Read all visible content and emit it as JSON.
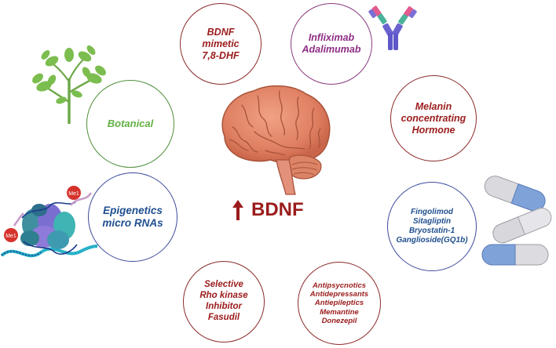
{
  "center": {
    "label": "BDNF"
  },
  "circles": {
    "bdnf_mimetic": [
      "BDNF",
      "mimetic",
      "7,8-DHF"
    ],
    "antibodies": [
      "Infliximab",
      "Adalimumab"
    ],
    "melanin": [
      "Melanin",
      "concentrating",
      "Hormone"
    ],
    "drugs": [
      "Fingolimod",
      "Sitagliptin",
      "Bryostatin-1",
      "Ganglioside(GQ1b)"
    ],
    "antipsychotics": [
      "Antipsycnotics",
      "Antidepressants",
      "Antiepileptics",
      "Memantine",
      "Donezepil"
    ],
    "rho_kinase": [
      "Selective",
      "Rho kinase",
      "Inhibitor",
      "Fasudil"
    ],
    "epigenetics": [
      "Epigenetics",
      "micro RNAs"
    ],
    "botanical": [
      "Botanical"
    ]
  },
  "labels": {
    "methyl_1": "Me1",
    "methyl_2": "Me1"
  },
  "colors": {
    "dark_red": "#9b1c1c",
    "purple": "#8e2d84",
    "green": "#62b043",
    "blue": "#1f4f8f"
  },
  "icons": [
    "brain-icon",
    "up-arrow-icon",
    "antibody-icon",
    "plant-icon",
    "capsules-icon",
    "nucleosome-icon"
  ]
}
